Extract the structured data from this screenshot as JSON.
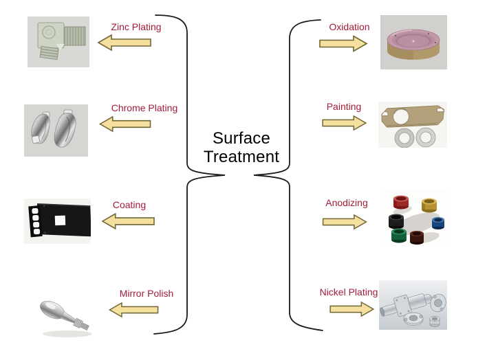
{
  "title": {
    "line1": "Surface",
    "line2": "Treatment"
  },
  "left_items": [
    {
      "label": "Zinc Plating",
      "image": "zinc-plated-elbow-fitting-photo"
    },
    {
      "label": "Chrome Plating",
      "image": "chrome-plated-handle-parts-photo"
    },
    {
      "label": "Coating",
      "image": "black-coated-bracket-panel-photo"
    },
    {
      "label": "Mirror Polish",
      "image": "mirror-polished-handle-photo"
    }
  ],
  "right_items": [
    {
      "label": "Oxidation",
      "image": "oxidized-round-housing-photo"
    },
    {
      "label": "Painting",
      "image": "painted-clamp-with-rings-photo"
    },
    {
      "label": "Anodizing",
      "image": "anodized-colored-caps-photo"
    },
    {
      "label": "Nickel Plating",
      "image": "nickel-plated-shaft-parts-photo"
    }
  ],
  "icons": {
    "left_arrow": "block-arrow-left",
    "right_arrow": "block-arrow-right",
    "left_brace": "curly-brace-gathering-left-items",
    "right_brace": "curly-brace-gathering-right-items"
  },
  "colors": {
    "background": "#FFFFFF",
    "label_text": "#A21C38",
    "title_text": "#000000",
    "arrow_fill": "#F6E0A0",
    "arrow_stroke": "#6E6535",
    "brace_stroke": "#1A1A1A"
  }
}
